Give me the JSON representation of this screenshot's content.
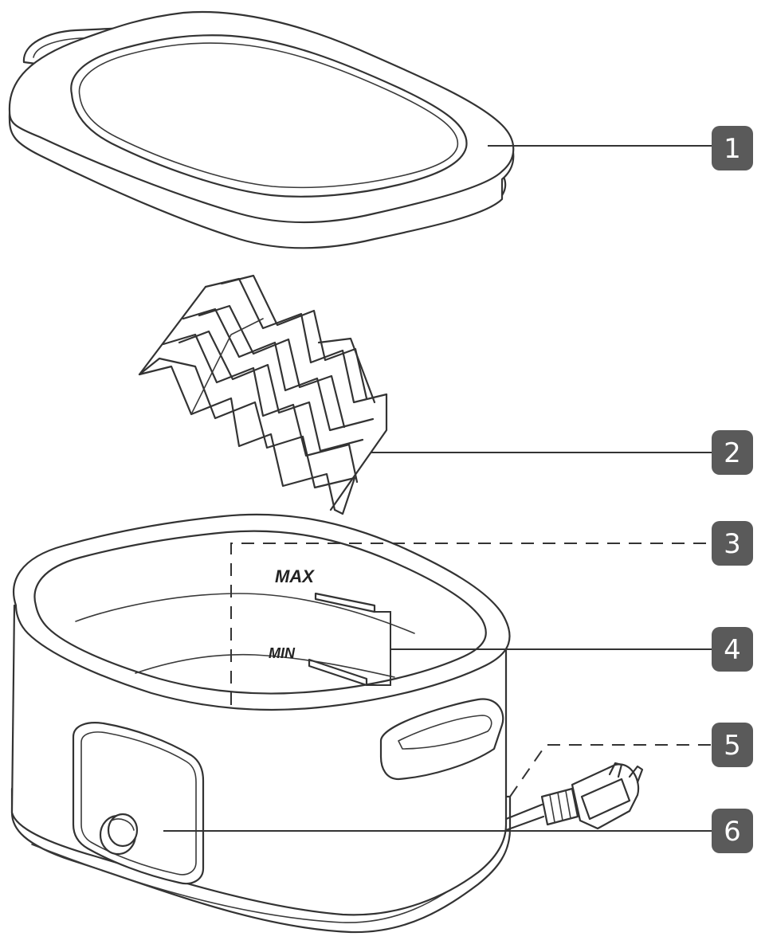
{
  "parts": [
    {
      "number": "1",
      "name": "lid"
    },
    {
      "number": "2",
      "name": "rack"
    },
    {
      "number": "3",
      "name": "inner-pot"
    },
    {
      "number": "4",
      "name": "level-marks"
    },
    {
      "number": "5",
      "name": "power-cord"
    },
    {
      "number": "6",
      "name": "control-knob"
    }
  ],
  "scale": {
    "max_label": "MAX",
    "min_label": "MIN"
  },
  "colors": {
    "ink": "#333333",
    "badge": "#5a5a5a",
    "badge_text": "#ffffff",
    "background": "#ffffff"
  }
}
